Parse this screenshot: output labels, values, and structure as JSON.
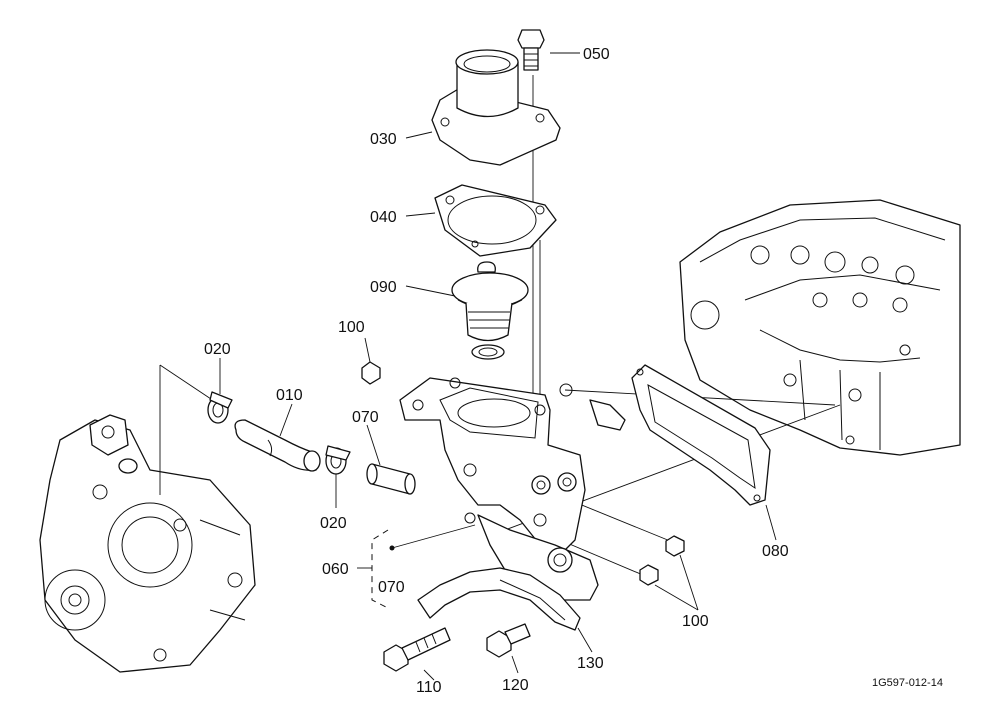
{
  "callouts": {
    "c050": "050",
    "c030": "030",
    "c040": "040",
    "c090": "090",
    "c100_top": "100",
    "c020_top": "020",
    "c010": "010",
    "c070_mid": "070",
    "c020_bottom": "020",
    "c060": "060",
    "c070_bottom": "070",
    "c080": "080",
    "c100_bottom": "100",
    "c110": "110",
    "c120": "120",
    "c130": "130"
  },
  "drawing_number": "1G597-012-14"
}
